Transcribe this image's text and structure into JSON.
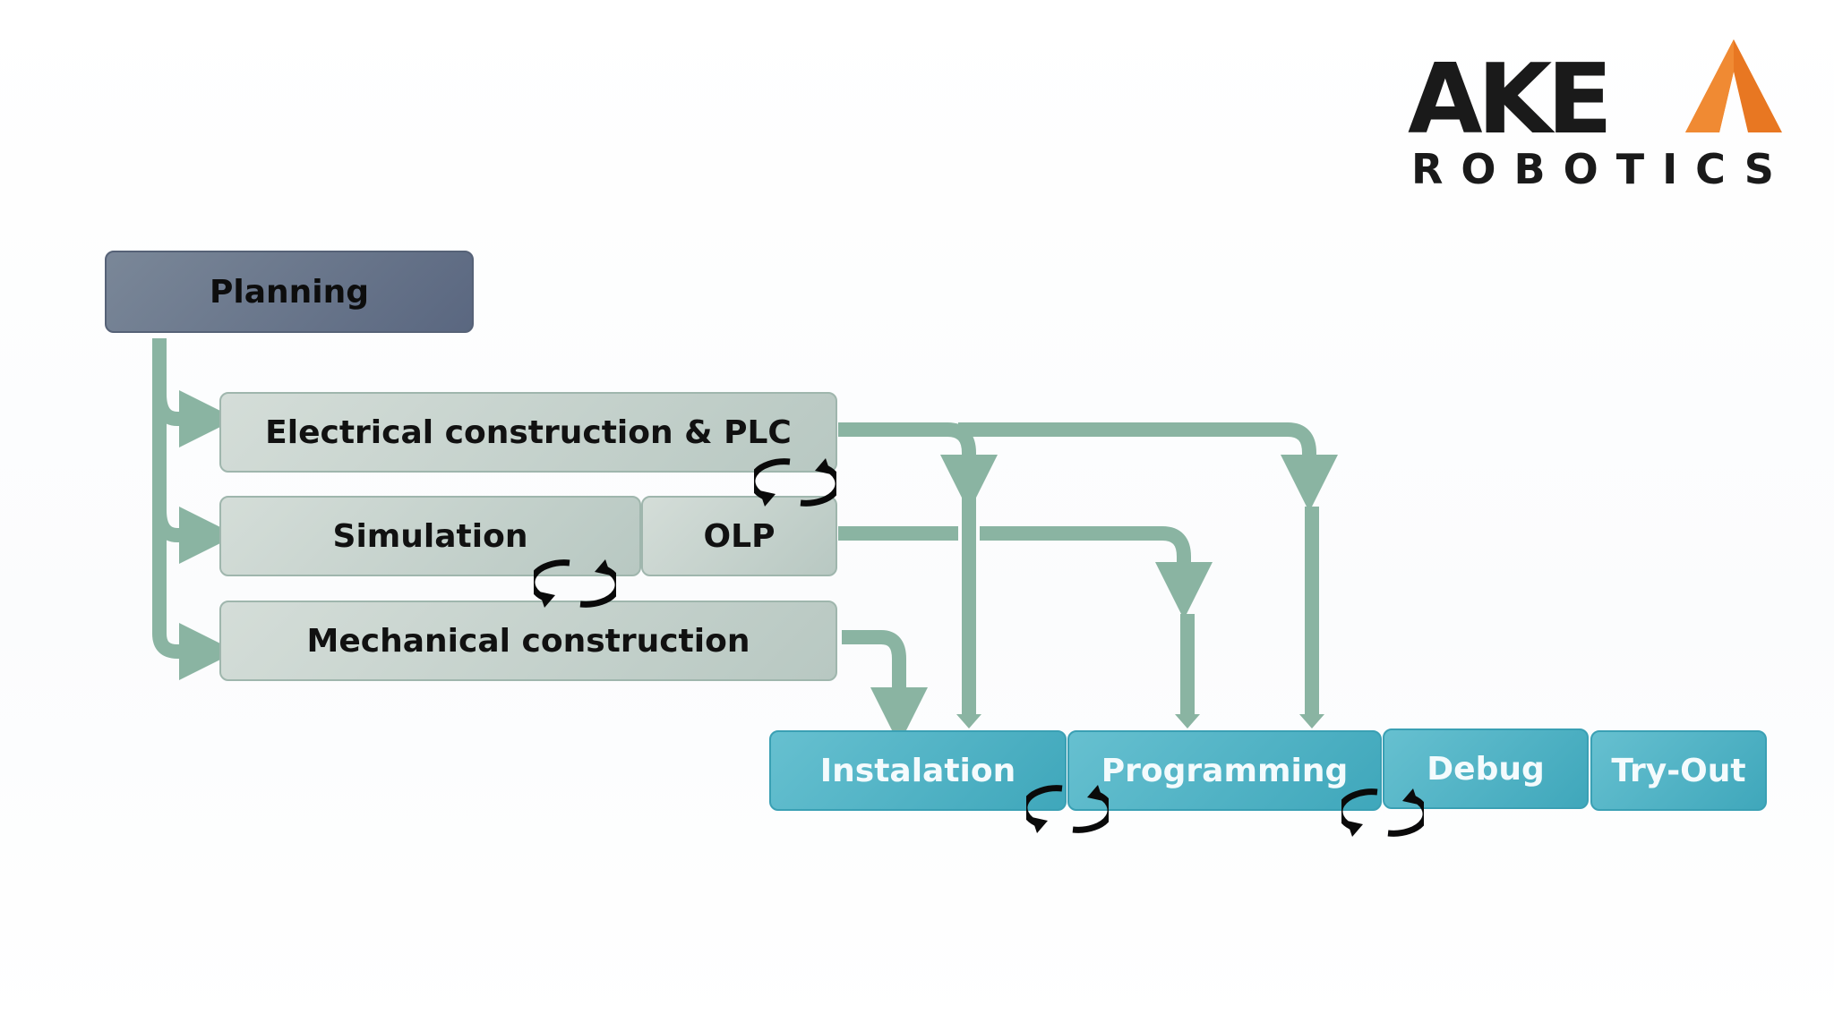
{
  "logo": {
    "wordmark": "AKE",
    "subtitle": "ROBOTICS",
    "accent_color": "#e87722"
  },
  "diagram": {
    "planning": "Planning",
    "electrical": "Electrical construction & PLC",
    "simulation": "Simulation",
    "olp": "OLP",
    "mechanical": "Mechanical construction",
    "installation": "Instalation",
    "programming": "Programming",
    "debug": "Debug",
    "tryout": "Try-Out"
  },
  "colors": {
    "arrow": "#8ab4a2",
    "gray_box": "#c3d1cb",
    "slate_box": "#6b788c",
    "teal_box": "#4fb3c6",
    "cycle_icon": "#0a0a0a"
  }
}
